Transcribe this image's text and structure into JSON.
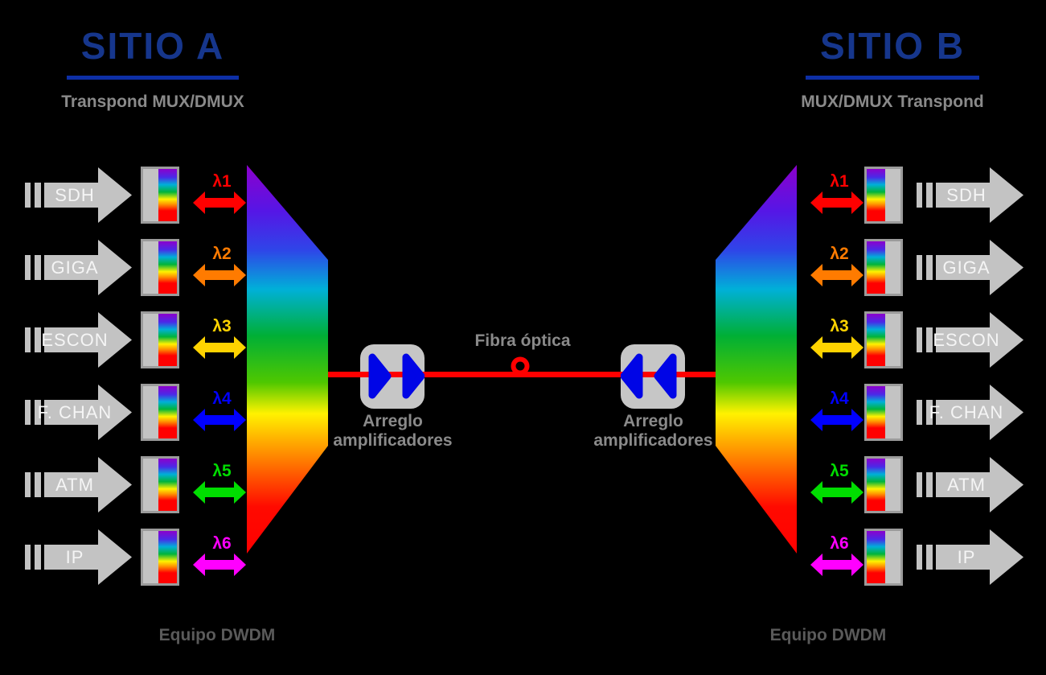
{
  "site_a": {
    "title": "SITIO A",
    "subtitle": "Transpond MUX/DMUX",
    "equipment_label": "Equipo DWDM"
  },
  "site_b": {
    "title": "SITIO B",
    "subtitle": "MUX/DMUX Transpond",
    "equipment_label": "Equipo DWDM"
  },
  "channels": [
    {
      "service": "SDH",
      "lambda": "λ1",
      "color": "#FF0000"
    },
    {
      "service": "GIGA",
      "lambda": "λ2",
      "color": "#FF7B00"
    },
    {
      "service": "ESCON",
      "lambda": "λ3",
      "color": "#FFD300"
    },
    {
      "service": "F. CHAN",
      "lambda": "λ4",
      "color": "#0000FF"
    },
    {
      "service": "ATM",
      "lambda": "λ5",
      "color": "#00DD00"
    },
    {
      "service": "IP",
      "lambda": "λ6",
      "color": "#FF00FF"
    }
  ],
  "link": {
    "fiber_label": "Fibra óptica",
    "amplifier_label_line1": "Arreglo",
    "amplifier_label_line2": "amplificadores",
    "line_color": "#FF0000"
  },
  "colors": {
    "background": "#000000",
    "title_text": "#16368C",
    "title_underline": "#0D2FA6",
    "subtitle_gray": "#8A8A8A",
    "equipment_gray": "#5A5A5A",
    "arrow_gray": "#C3C3C3",
    "arrow_text": "#F5F5F5",
    "transponder_border": "#9B9B9B",
    "amplifier_box": "#C6C6C6",
    "amplifier_triangle": "#0005E6",
    "mux_spectrum": [
      "#8C00CC",
      "#5516E6",
      "#2E46E8",
      "#00B0D8",
      "#00AF35",
      "#4FC800",
      "#FFF200",
      "#FF9000",
      "#FF0000"
    ]
  }
}
